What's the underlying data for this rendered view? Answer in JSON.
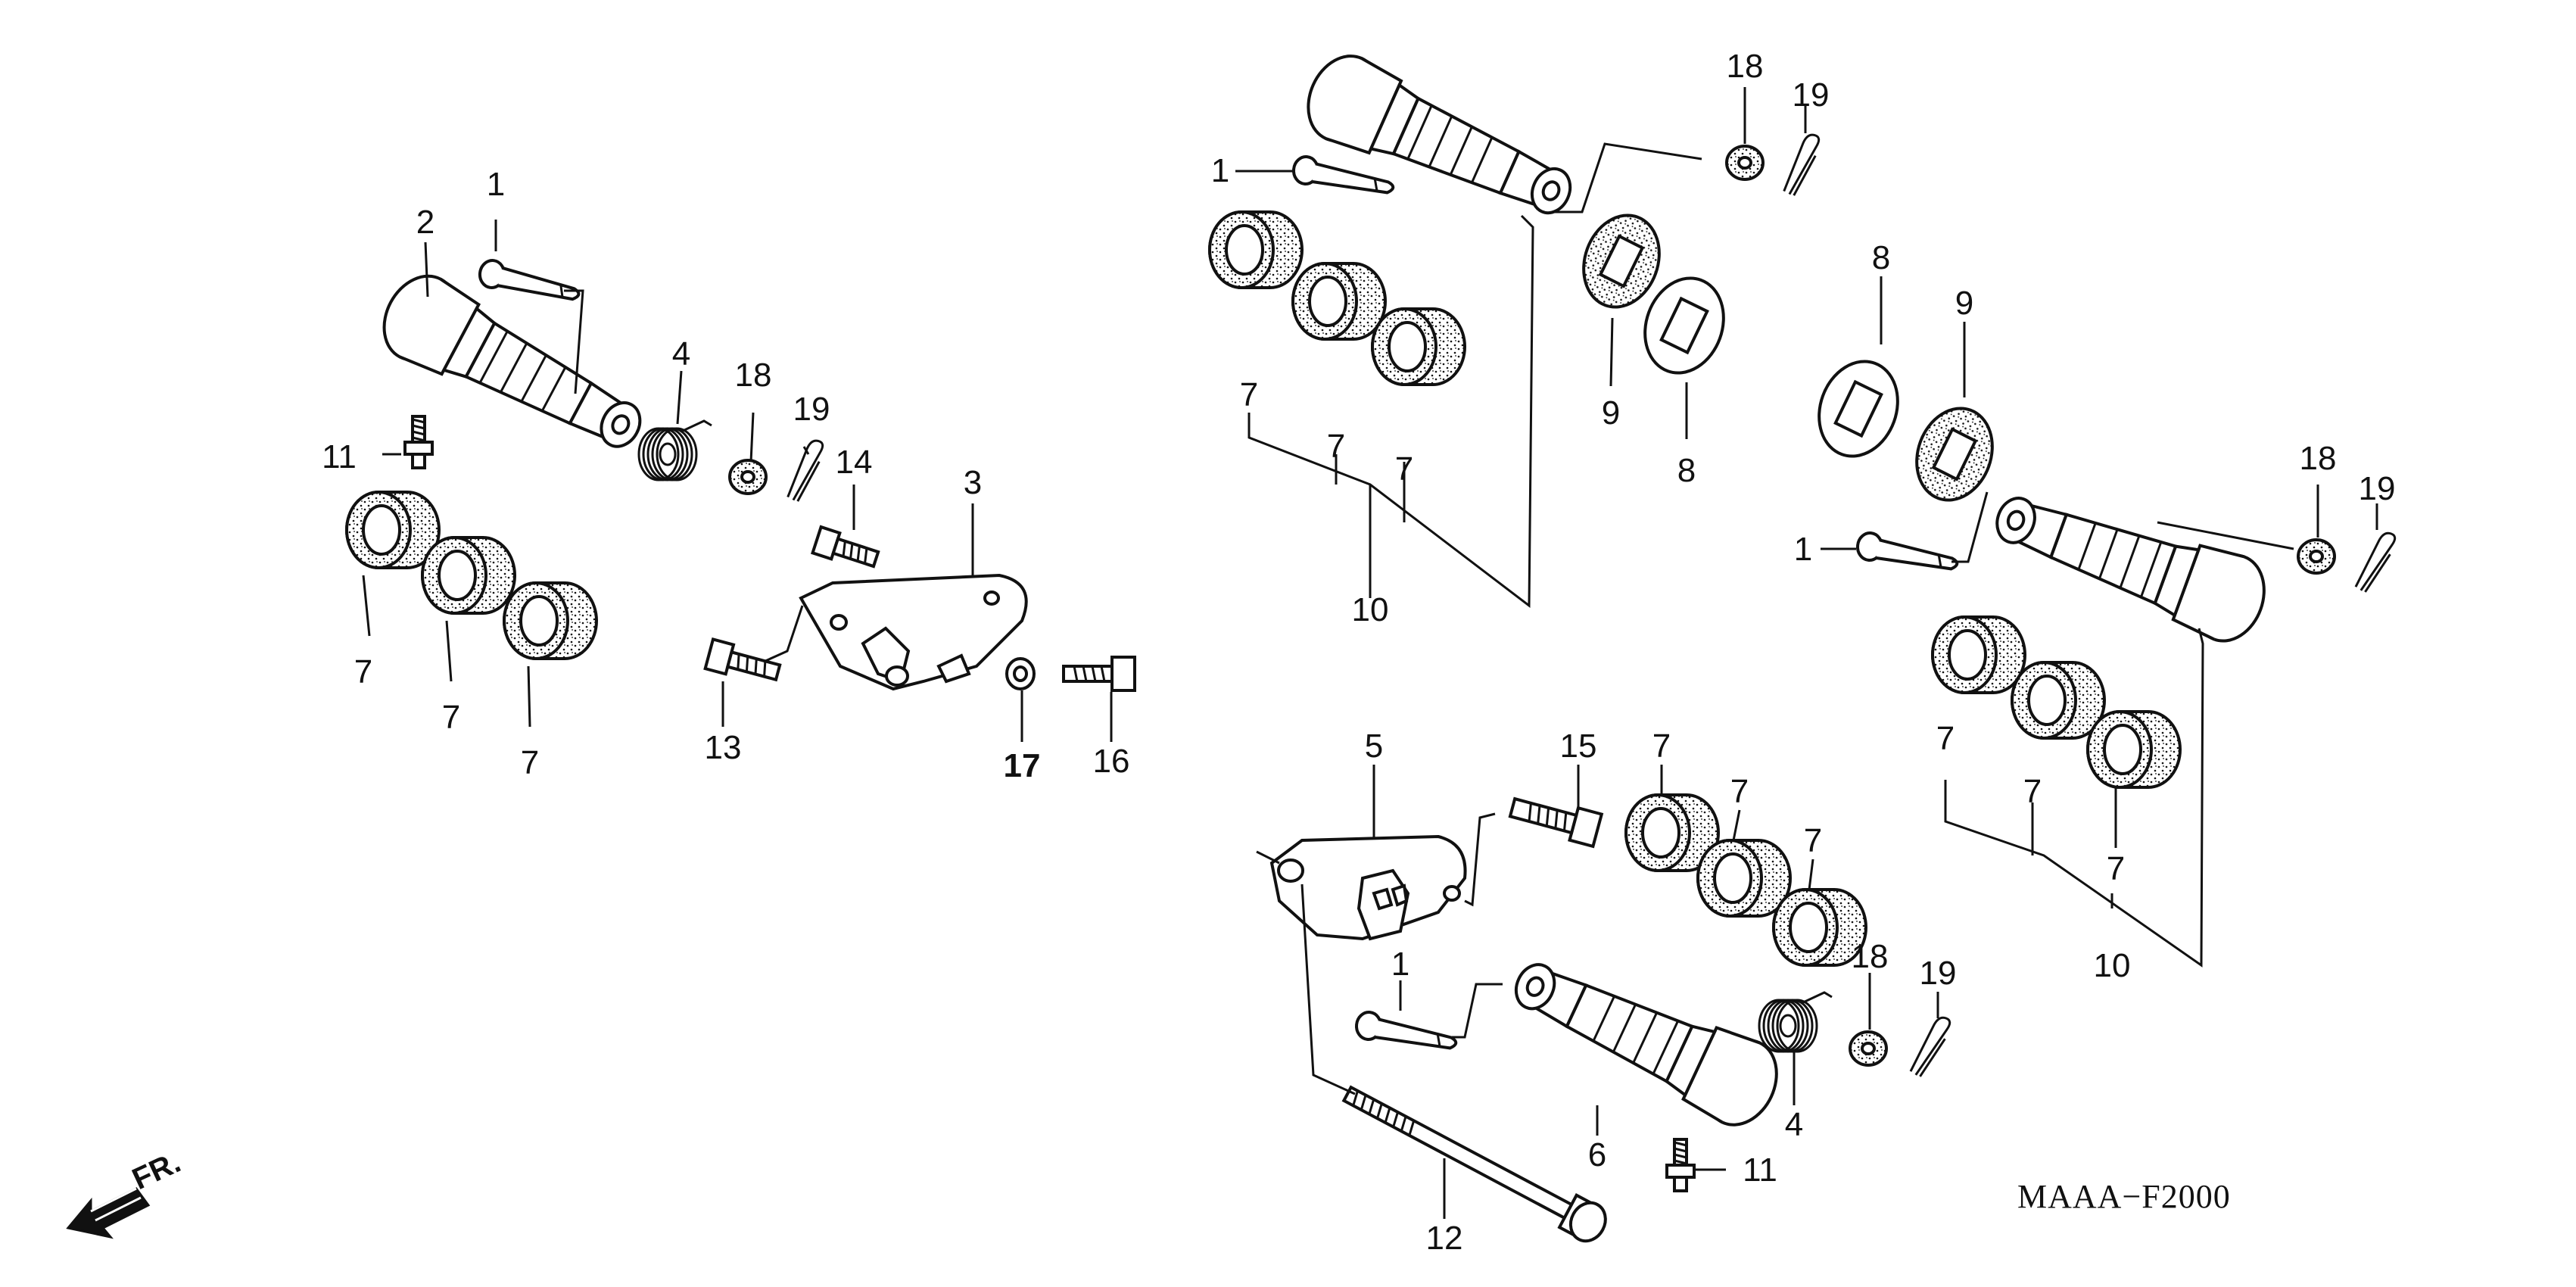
{
  "diagram_code": "MAAA−F2000",
  "front_indicator": "FR.",
  "callouts": [
    {
      "id": "c1a",
      "text": "1"
    },
    {
      "id": "c2",
      "text": "2"
    },
    {
      "id": "c4a",
      "text": "4"
    },
    {
      "id": "c18a",
      "text": "18"
    },
    {
      "id": "c19a",
      "text": "19"
    },
    {
      "id": "c11a",
      "text": "11"
    },
    {
      "id": "c14",
      "text": "14"
    },
    {
      "id": "c3",
      "text": "3"
    },
    {
      "id": "c7a",
      "text": "7"
    },
    {
      "id": "c7b",
      "text": "7"
    },
    {
      "id": "c7c",
      "text": "7"
    },
    {
      "id": "c13",
      "text": "13"
    },
    {
      "id": "c17",
      "text": "17"
    },
    {
      "id": "c16",
      "text": "16"
    },
    {
      "id": "c1b",
      "text": "1"
    },
    {
      "id": "c18b",
      "text": "18"
    },
    {
      "id": "c19b",
      "text": "19"
    },
    {
      "id": "c7d",
      "text": "7"
    },
    {
      "id": "c7e",
      "text": "7"
    },
    {
      "id": "c7f",
      "text": "7"
    },
    {
      "id": "c9a",
      "text": "9"
    },
    {
      "id": "c8a",
      "text": "8"
    },
    {
      "id": "c10a",
      "text": "10"
    },
    {
      "id": "c8b",
      "text": "8"
    },
    {
      "id": "c9b",
      "text": "9"
    },
    {
      "id": "c18c",
      "text": "18"
    },
    {
      "id": "c19c",
      "text": "19"
    },
    {
      "id": "c1c",
      "text": "1"
    },
    {
      "id": "c7g",
      "text": "7"
    },
    {
      "id": "c7h",
      "text": "7"
    },
    {
      "id": "c7i",
      "text": "7"
    },
    {
      "id": "c10b",
      "text": "10"
    },
    {
      "id": "c5",
      "text": "5"
    },
    {
      "id": "c15",
      "text": "15"
    },
    {
      "id": "c7j",
      "text": "7"
    },
    {
      "id": "c7k",
      "text": "7"
    },
    {
      "id": "c7l",
      "text": "7"
    },
    {
      "id": "c1d",
      "text": "1"
    },
    {
      "id": "c18d",
      "text": "18"
    },
    {
      "id": "c19d",
      "text": "19"
    },
    {
      "id": "c6",
      "text": "6"
    },
    {
      "id": "c4b",
      "text": "4"
    },
    {
      "id": "c11b",
      "text": "11"
    },
    {
      "id": "c12",
      "text": "12"
    }
  ]
}
